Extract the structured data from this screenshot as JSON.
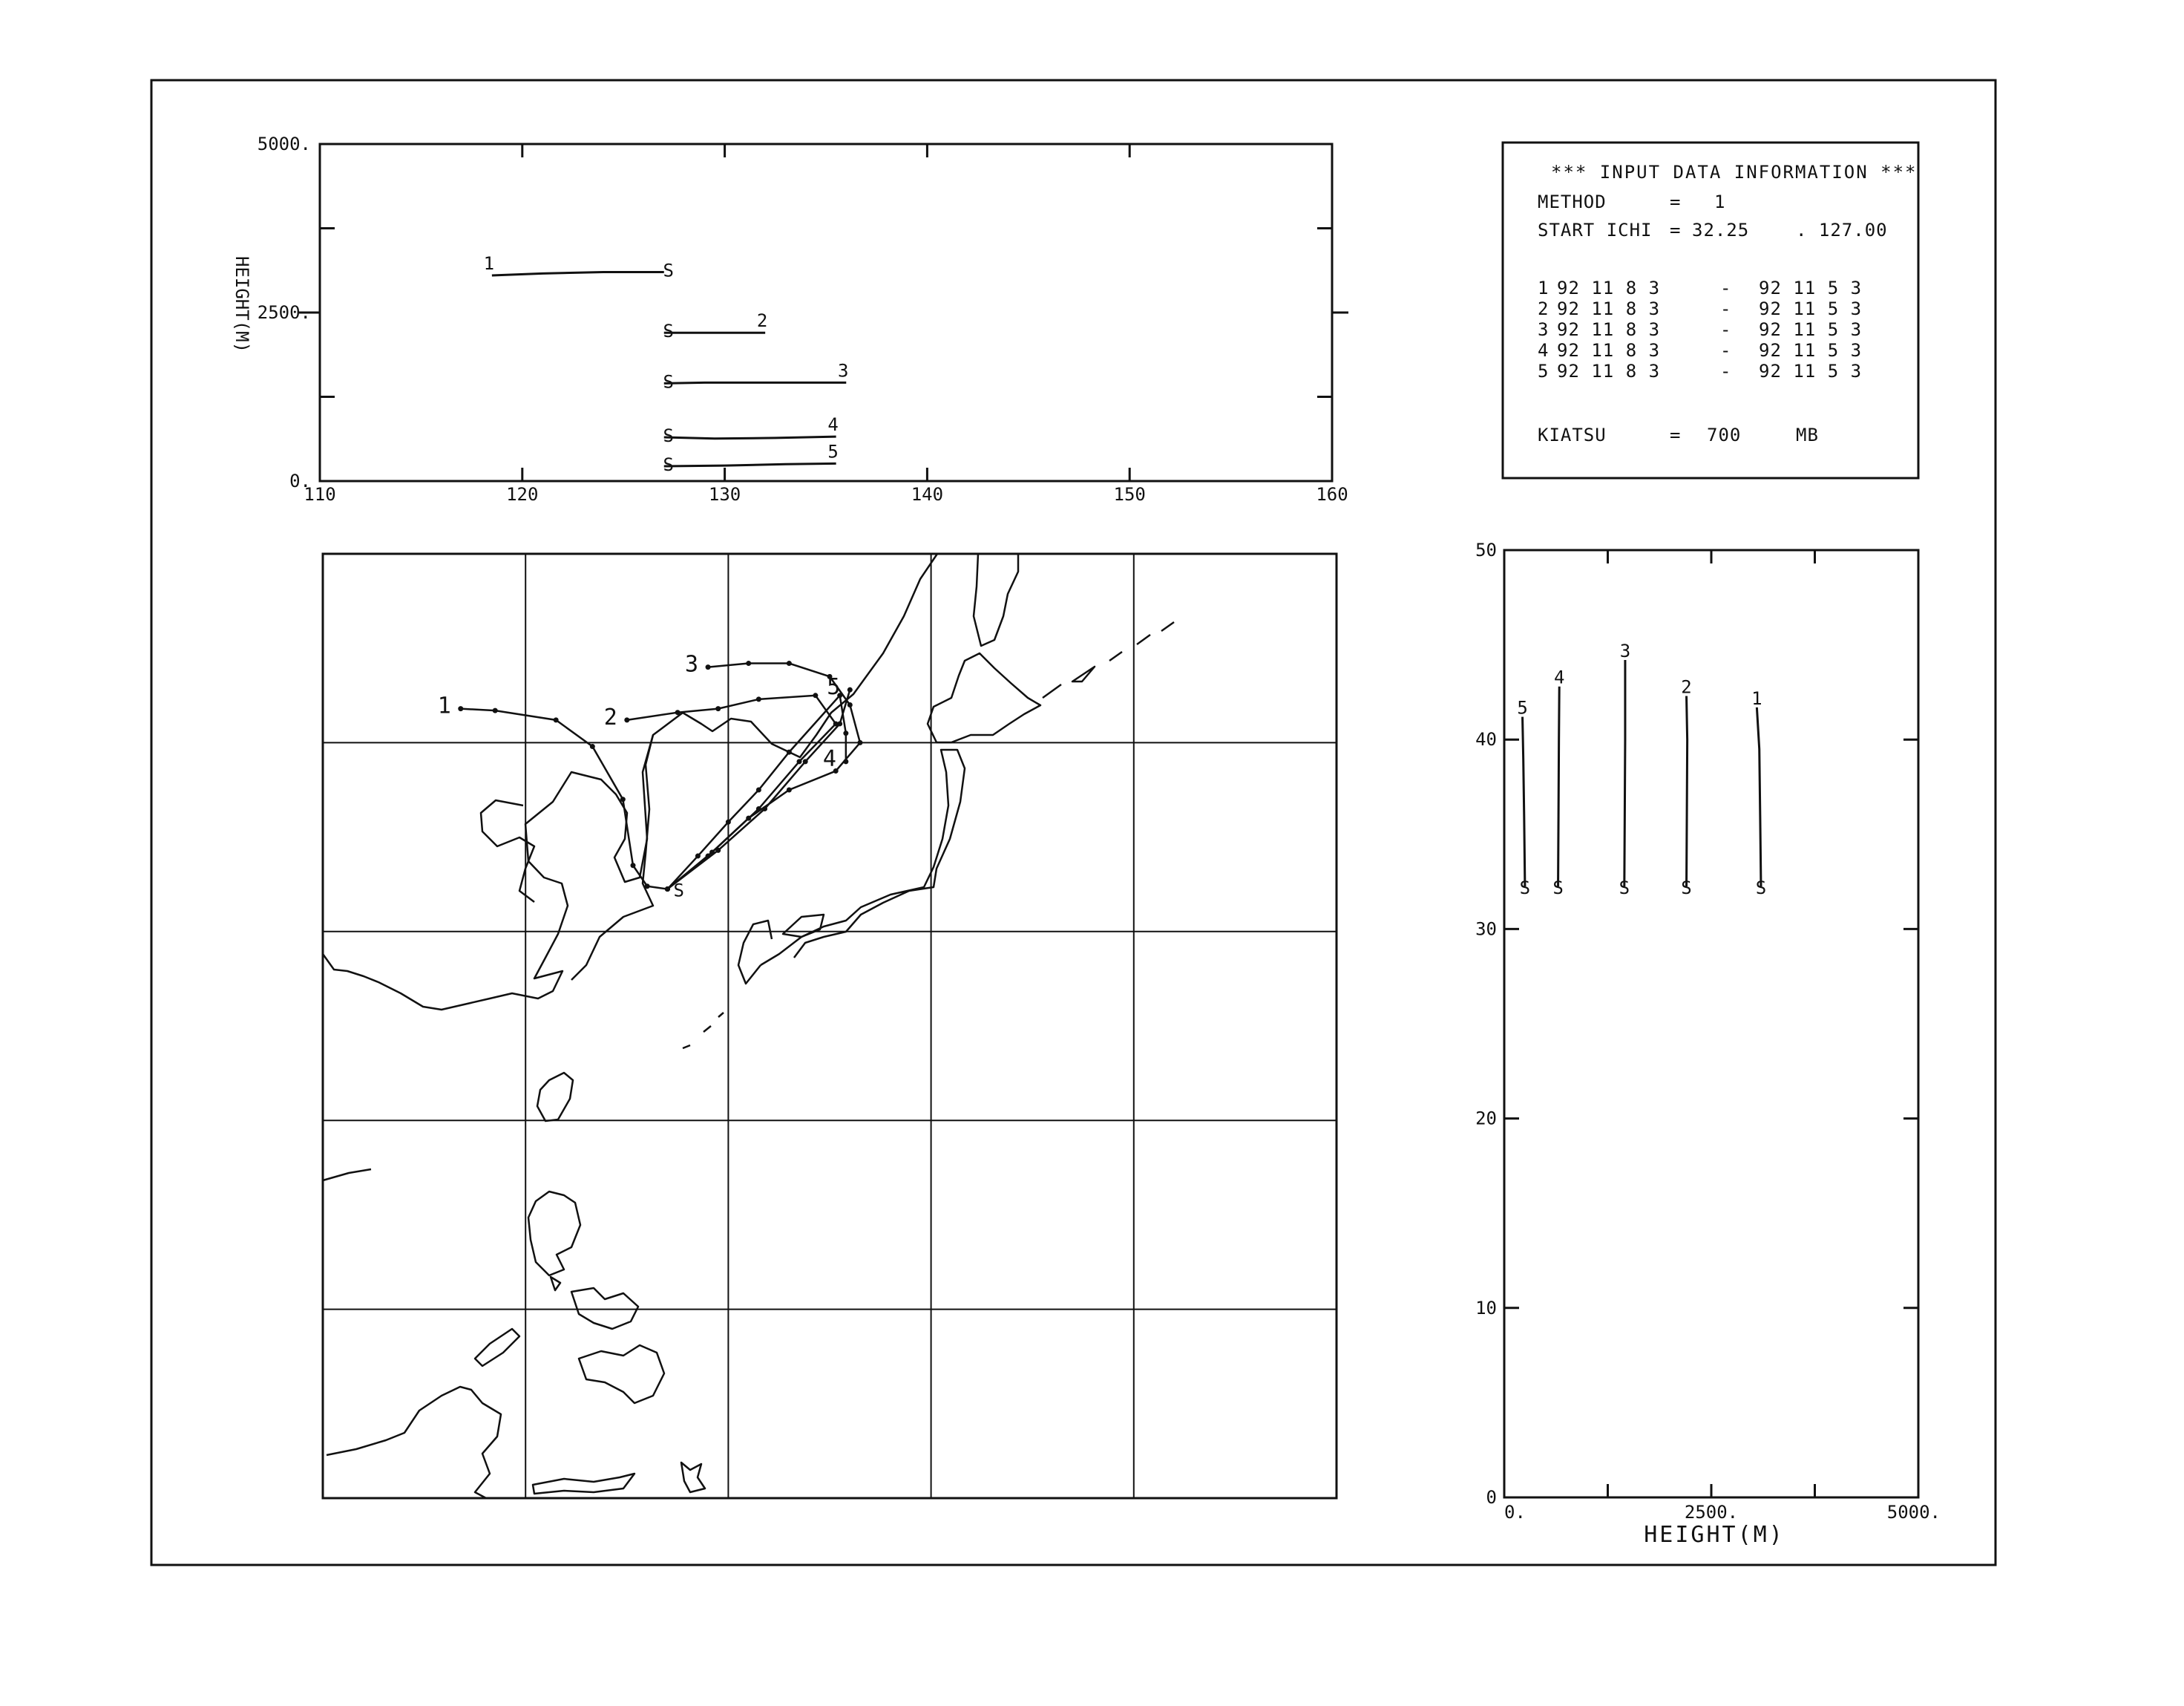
{
  "info_box": {
    "title": "*** INPUT DATA INFORMATION ***",
    "method_label": "METHOD",
    "method_value": "1",
    "start_label": "START ICHI",
    "start_lat": "32.25",
    "start_lon": ". 127.00",
    "runs": [
      {
        "id": "1",
        "start": "92 11 8 3",
        "dash": "-",
        "end": "92 11 5 3"
      },
      {
        "id": "2",
        "start": "92 11 8 3",
        "dash": "-",
        "end": "92 11 5 3"
      },
      {
        "id": "3",
        "start": "92 11 8 3",
        "dash": "-",
        "end": "92 11 5 3"
      },
      {
        "id": "4",
        "start": "92 11 8 3",
        "dash": "-",
        "end": "92 11 5 3"
      },
      {
        "id": "5",
        "start": "92 11 8 3",
        "dash": "-",
        "end": "92 11 5 3"
      }
    ],
    "kiatsu_label": "KIATSU",
    "kiatsu_value": "700",
    "kiatsu_unit": "MB"
  },
  "chart_data": [
    {
      "type": "line",
      "name": "height_vs_longitude",
      "ylabel": "HEIGHT(M)",
      "xlim": [
        110,
        160
      ],
      "ylim": [
        0,
        5000
      ],
      "x_ticks": [
        "110",
        "120",
        "130",
        "140",
        "150",
        "160"
      ],
      "y_ticks": [
        "0.",
        "2500.",
        "5000."
      ],
      "series": [
        {
          "label": "1",
          "start_label": "S",
          "x": [
            127.0,
            124.0,
            121.0,
            118.5
          ],
          "y": [
            3100,
            3100,
            3080,
            3050
          ]
        },
        {
          "label": "2",
          "start_label": "S",
          "x": [
            127.0,
            128.5,
            130.0,
            132.0
          ],
          "y": [
            2200,
            2200,
            2200,
            2200
          ]
        },
        {
          "label": "3",
          "start_label": "S",
          "x": [
            127.0,
            129.0,
            132.0,
            136.0
          ],
          "y": [
            1450,
            1460,
            1460,
            1460
          ]
        },
        {
          "label": "4",
          "start_label": "S",
          "x": [
            127.0,
            129.5,
            132.5,
            135.5
          ],
          "y": [
            650,
            630,
            640,
            660
          ]
        },
        {
          "label": "5",
          "start_label": "S",
          "x": [
            127.0,
            130.0,
            133.0,
            135.5
          ],
          "y": [
            220,
            230,
            250,
            260
          ]
        }
      ]
    },
    {
      "type": "map",
      "name": "trajectory_map",
      "lon_range": [
        110,
        160
      ],
      "lat_range": [
        0,
        50
      ],
      "grid_lon": [
        110,
        120,
        130,
        140,
        150,
        160
      ],
      "grid_lat": [
        0,
        10,
        20,
        30,
        40,
        50
      ],
      "trajectories": [
        {
          "label": "1",
          "points": [
            [
              127.0,
              32.25
            ],
            [
              126.0,
              32.4
            ],
            [
              125.3,
              33.5
            ],
            [
              124.8,
              37.0
            ],
            [
              123.3,
              39.8
            ],
            [
              121.5,
              41.2
            ],
            [
              118.5,
              41.7
            ],
            [
              116.8,
              41.8
            ]
          ]
        },
        {
          "label": "2",
          "points": [
            [
              127.0,
              32.25
            ],
            [
              129.0,
              34.0
            ],
            [
              131.5,
              36.5
            ],
            [
              133.5,
              39.0
            ],
            [
              135.3,
              41.0
            ],
            [
              134.3,
              42.5
            ],
            [
              131.5,
              42.3
            ],
            [
              129.5,
              41.8
            ],
            [
              127.5,
              41.6
            ],
            [
              125.0,
              41.2
            ]
          ]
        },
        {
          "label": "3",
          "points": [
            [
              127.0,
              32.25
            ],
            [
              129.2,
              34.2
            ],
            [
              131.0,
              36.0
            ],
            [
              133.0,
              37.5
            ],
            [
              135.3,
              38.5
            ],
            [
              136.5,
              40.0
            ],
            [
              136.0,
              42.0
            ],
            [
              135.0,
              43.5
            ],
            [
              133.0,
              44.2
            ],
            [
              131.0,
              44.2
            ],
            [
              129.0,
              44.0
            ]
          ]
        },
        {
          "label": "4",
          "points": [
            [
              127.0,
              32.25
            ],
            [
              128.5,
              34.0
            ],
            [
              130.0,
              35.8
            ],
            [
              131.5,
              37.5
            ],
            [
              133.0,
              39.5
            ],
            [
              135.5,
              42.5
            ],
            [
              135.8,
              40.5
            ],
            [
              135.8,
              39.0
            ]
          ]
        },
        {
          "label": "5",
          "points": [
            [
              127.0,
              32.25
            ],
            [
              129.5,
              34.3
            ],
            [
              131.8,
              36.5
            ],
            [
              133.8,
              39.0
            ],
            [
              135.5,
              41.0
            ],
            [
              136.0,
              42.8
            ]
          ]
        }
      ],
      "start_label": "S"
    },
    {
      "type": "line",
      "name": "latitude_vs_height",
      "xlabel": "HEIGHT(M)",
      "xlim": [
        0,
        5000
      ],
      "ylim": [
        0,
        50
      ],
      "x_ticks": [
        "0.",
        "2500.",
        "5000."
      ],
      "y_ticks": [
        "0",
        "10",
        "20",
        "30",
        "40",
        "50"
      ],
      "series": [
        {
          "label": "5",
          "start_label": "S",
          "x": [
            250,
            240,
            230,
            220
          ],
          "y": [
            32.25,
            36.0,
            39.0,
            41.2
          ]
        },
        {
          "label": "4",
          "start_label": "S",
          "x": [
            650,
            655,
            660,
            665
          ],
          "y": [
            32.25,
            36.0,
            40.0,
            42.8
          ]
        },
        {
          "label": "3",
          "start_label": "S",
          "x": [
            1450,
            1455,
            1460,
            1460
          ],
          "y": [
            32.25,
            36.0,
            40.0,
            44.2
          ]
        },
        {
          "label": "2",
          "start_label": "S",
          "x": [
            2200,
            2205,
            2210,
            2200
          ],
          "y": [
            32.25,
            36.0,
            40.0,
            42.3
          ]
        },
        {
          "label": "1",
          "start_label": "S",
          "x": [
            3100,
            3090,
            3080,
            3050
          ],
          "y": [
            32.25,
            36.0,
            39.5,
            41.7
          ]
        }
      ]
    }
  ]
}
